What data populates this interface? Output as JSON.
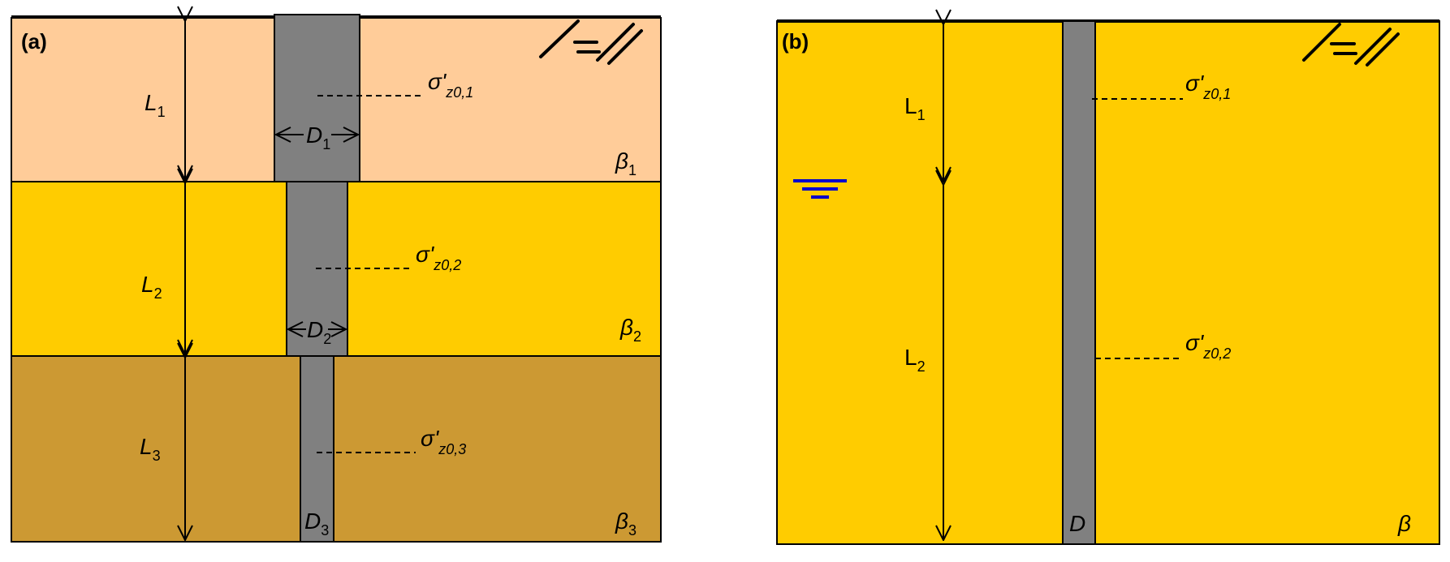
{
  "colors": {
    "layer_1": "#FFCC99",
    "layer_2": "#FFCC00",
    "layer_3": "#CC9933",
    "pile": "#808080",
    "water_table": "#0000CC",
    "uniform_soil": "#FFCC00"
  },
  "panel_a": {
    "label": "(a)",
    "layers": [
      {
        "length": "L",
        "length_sub": "1",
        "diameter": "D",
        "diameter_sub": "1",
        "stress": "σ'",
        "stress_sub": "z0,1",
        "beta": "β",
        "beta_sub": "1"
      },
      {
        "length": "L",
        "length_sub": "2",
        "diameter": "D",
        "diameter_sub": "2",
        "stress": "σ'",
        "stress_sub": "z0,2",
        "beta": "β",
        "beta_sub": "2"
      },
      {
        "length": "L",
        "length_sub": "3",
        "diameter": "D",
        "diameter_sub": "3",
        "stress": "σ'",
        "stress_sub": "z0,3",
        "beta": "β",
        "beta_sub": "3"
      }
    ]
  },
  "panel_b": {
    "label": "(b)",
    "diameter": "D",
    "beta": "β",
    "segments": [
      {
        "length": "L",
        "length_sub": "1",
        "stress": "σ'",
        "stress_sub": "z0,1"
      },
      {
        "length": "L",
        "length_sub": "2",
        "stress": "σ'",
        "stress_sub": "z0,2"
      }
    ]
  }
}
